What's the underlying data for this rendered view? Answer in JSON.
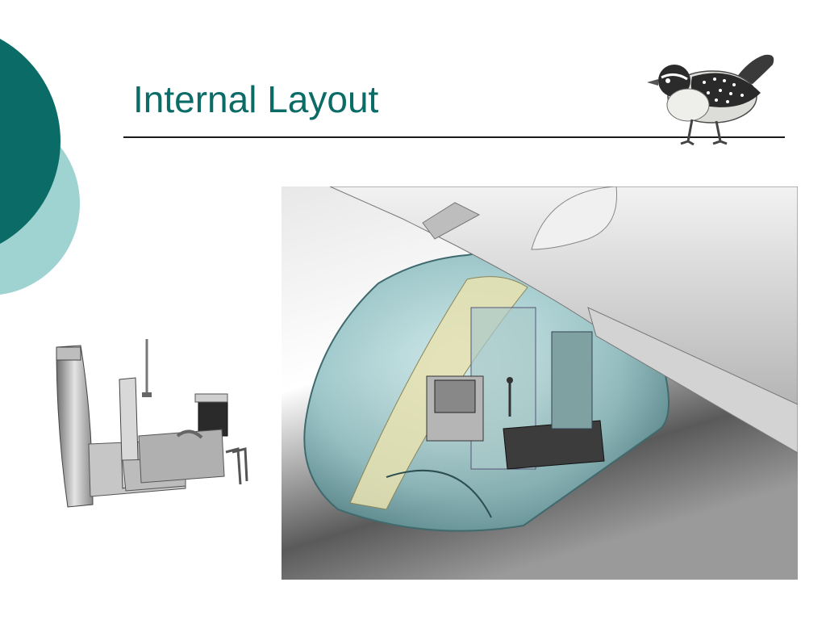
{
  "slide": {
    "title": "Internal Layout",
    "accent_dark": "#0b6b66",
    "accent_light": "#9fd3d2"
  },
  "images": {
    "logo": "bird-logo",
    "left_figure": "cockpit-interior-model",
    "main_figure": "transparent-fuselage-cutaway"
  }
}
